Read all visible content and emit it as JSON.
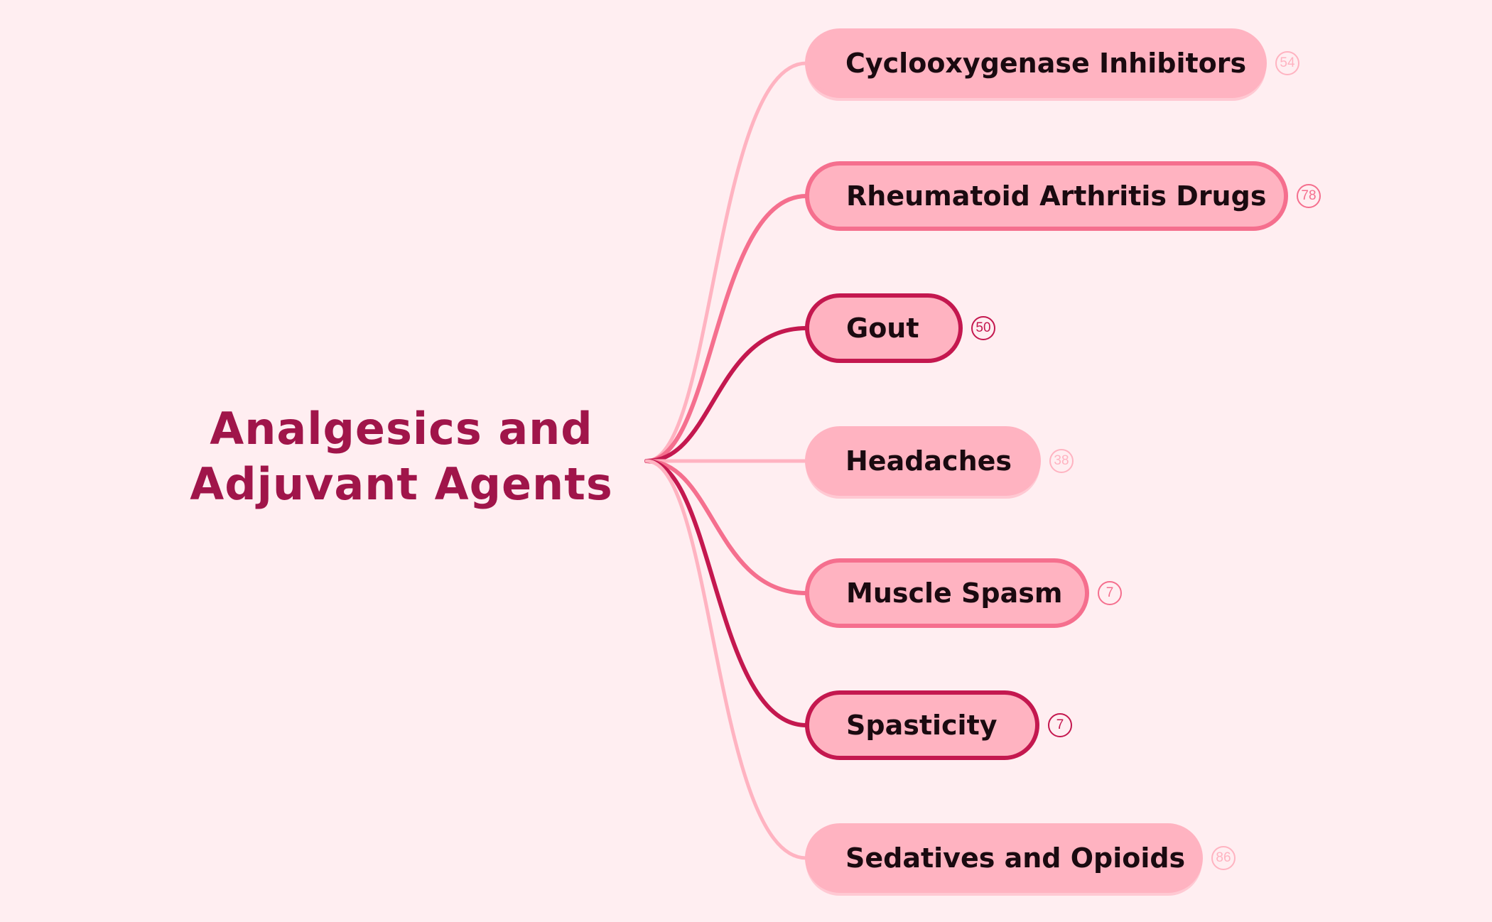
{
  "root": {
    "line1": "Analgesics and",
    "line2": "Adjuvant Agents"
  },
  "colors": {
    "background": "#FFEEF1",
    "node_fill": "#FFB3C1",
    "root_text": "#A0154A",
    "branch_light": "#FFB3C1",
    "branch_mid": "#F56F8E",
    "branch_dark": "#C4184F"
  },
  "topics": [
    {
      "label": "Cyclooxygenase Inhibitors",
      "count": "54",
      "style": "light"
    },
    {
      "label": "Rheumatoid Arthritis Drugs",
      "count": "78",
      "style": "mid"
    },
    {
      "label": "Gout",
      "count": "50",
      "style": "dark"
    },
    {
      "label": "Headaches",
      "count": "38",
      "style": "light"
    },
    {
      "label": "Muscle Spasm",
      "count": "7",
      "style": "mid"
    },
    {
      "label": "Spasticity",
      "count": "7",
      "style": "dark"
    },
    {
      "label": "Sedatives and Opioids",
      "count": "86",
      "style": "light"
    }
  ]
}
